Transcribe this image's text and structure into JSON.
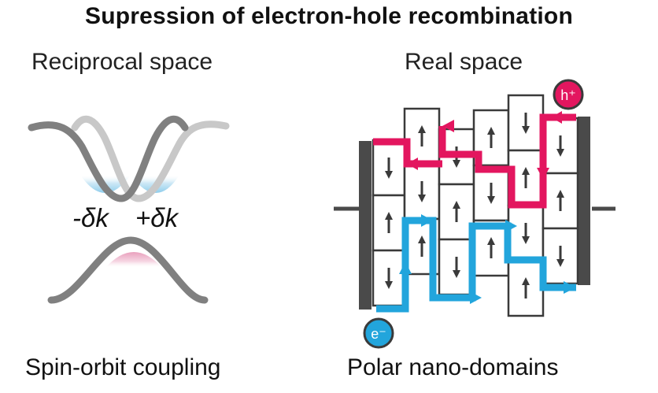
{
  "title": "Supression of electron-hole recombination",
  "left": {
    "heading": "Reciprocal space",
    "caption": "Spin-orbit coupling",
    "minus_label": "-δk",
    "plus_label": "+δk"
  },
  "right": {
    "heading": "Real space",
    "caption": "Polar nano-domains",
    "hole_label": "h⁺",
    "electron_label": "e⁻"
  },
  "colors": {
    "hole_path": "#e3165f",
    "electron_path": "#22a5dc",
    "band": "#7f7f7f",
    "band_light": "#cfcfcf",
    "electrode": "#4a4a4a",
    "domain_border": "#3a3a3a"
  },
  "icons": [
    "up-arrow-icon",
    "down-arrow-icon",
    "hole-icon",
    "electron-icon"
  ]
}
